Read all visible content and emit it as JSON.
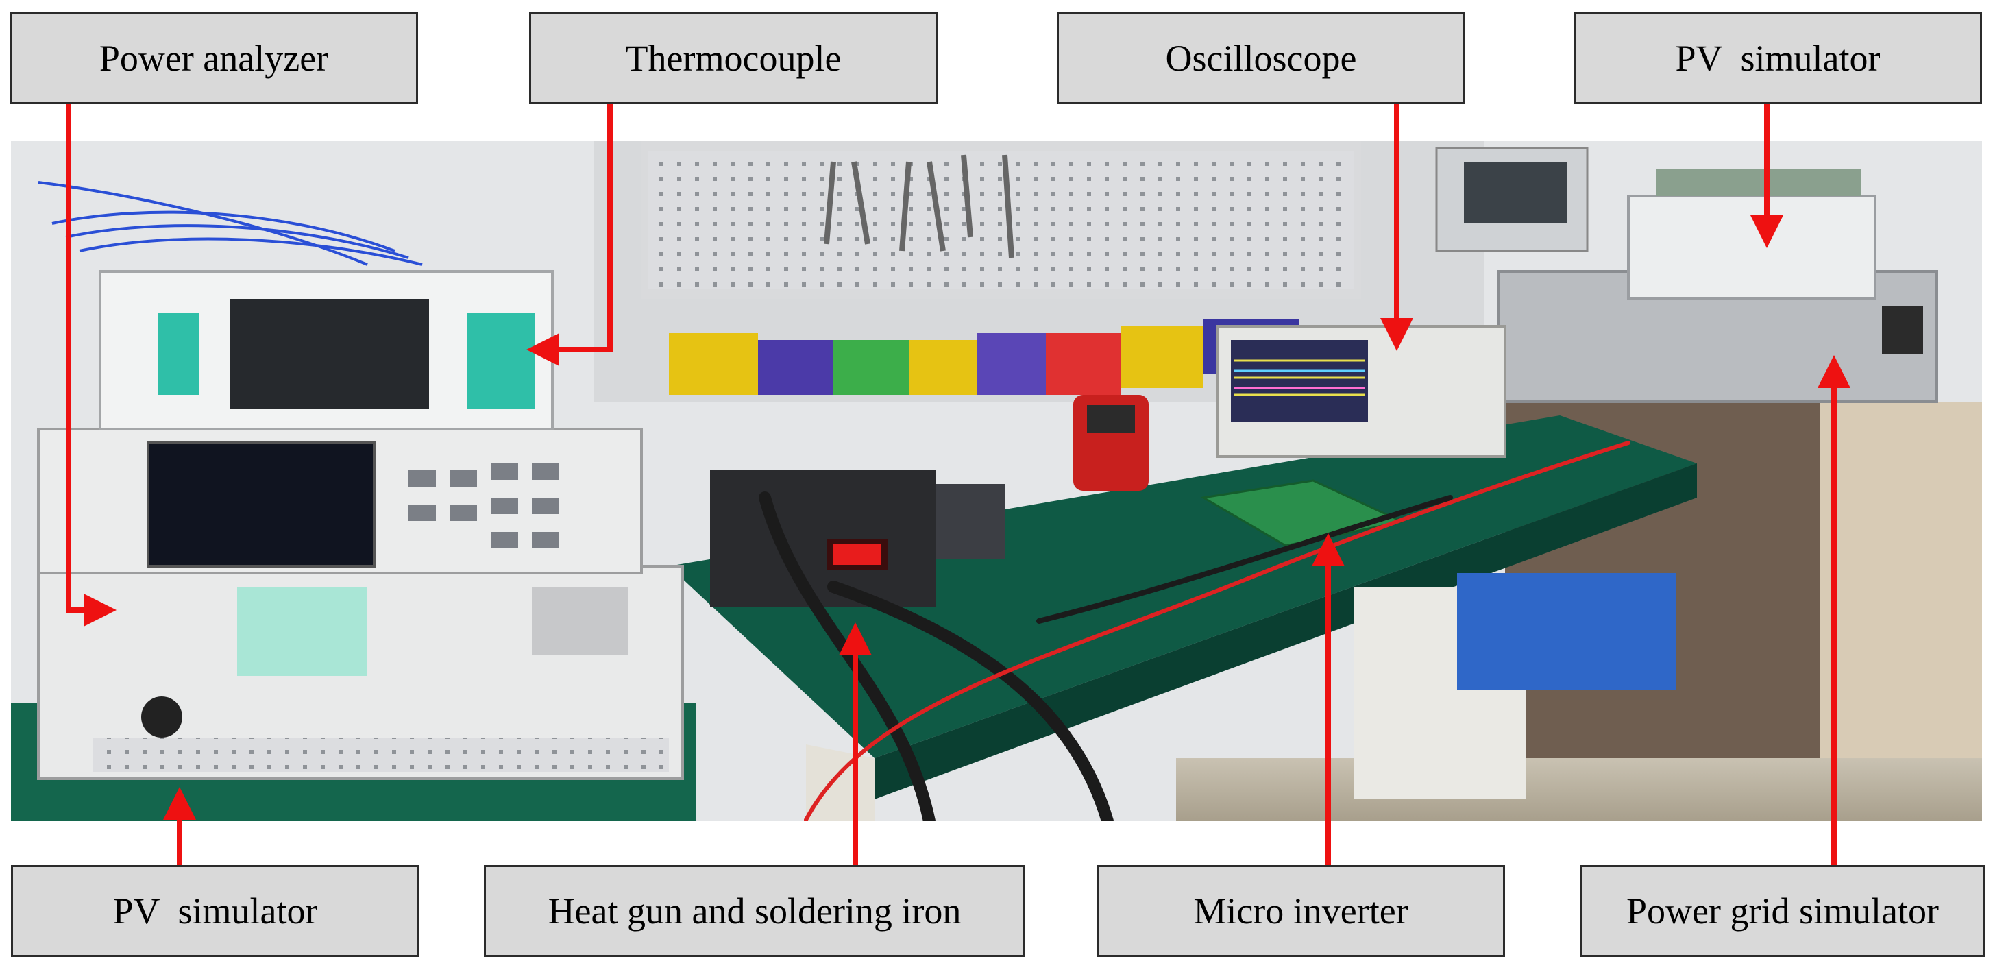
{
  "labels": {
    "power_analyzer": "Power analyzer",
    "thermocouple": "Thermocouple",
    "oscilloscope": "Oscilloscope",
    "pv_simulator_top": "PV  simulator",
    "pv_simulator_bottom": "PV  simulator",
    "heat_gun": "Heat gun and soldering iron",
    "micro_inverter": "Micro inverter",
    "power_grid_simulator": "Power grid simulator"
  },
  "colors": {
    "arrow": "#ee1111",
    "label_bg": "#d9d9d9",
    "label_border": "#2b2b2b",
    "bench_green": "#0f5a45",
    "wall": "#e6e8ea"
  }
}
